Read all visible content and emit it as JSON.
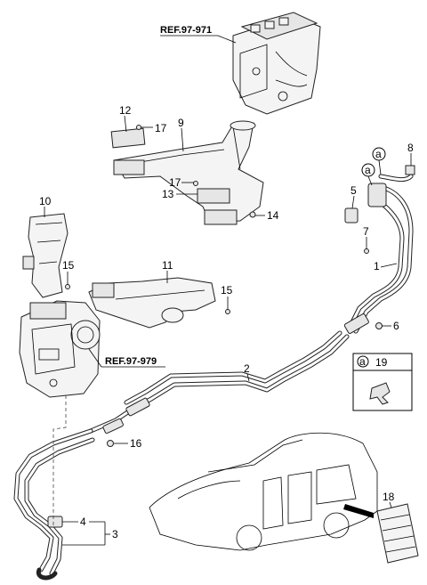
{
  "references": {
    "ref_top": "REF.97-971",
    "ref_mid": "REF.97-979"
  },
  "labels": {
    "p1": "1",
    "p2": "2",
    "p3": "3",
    "p4": "4",
    "p5": "5",
    "p6": "6",
    "p7": "7",
    "p8": "8",
    "p9": "9",
    "p10": "10",
    "p11": "11",
    "p12": "12",
    "p13": "13",
    "p14": "14",
    "p15a": "15",
    "p15b": "15",
    "p16": "16",
    "p17a": "17",
    "p17b": "17",
    "p18": "18",
    "callout_a1": "a",
    "callout_a2": "a"
  },
  "inset": {
    "letter": "a",
    "part": "19"
  }
}
